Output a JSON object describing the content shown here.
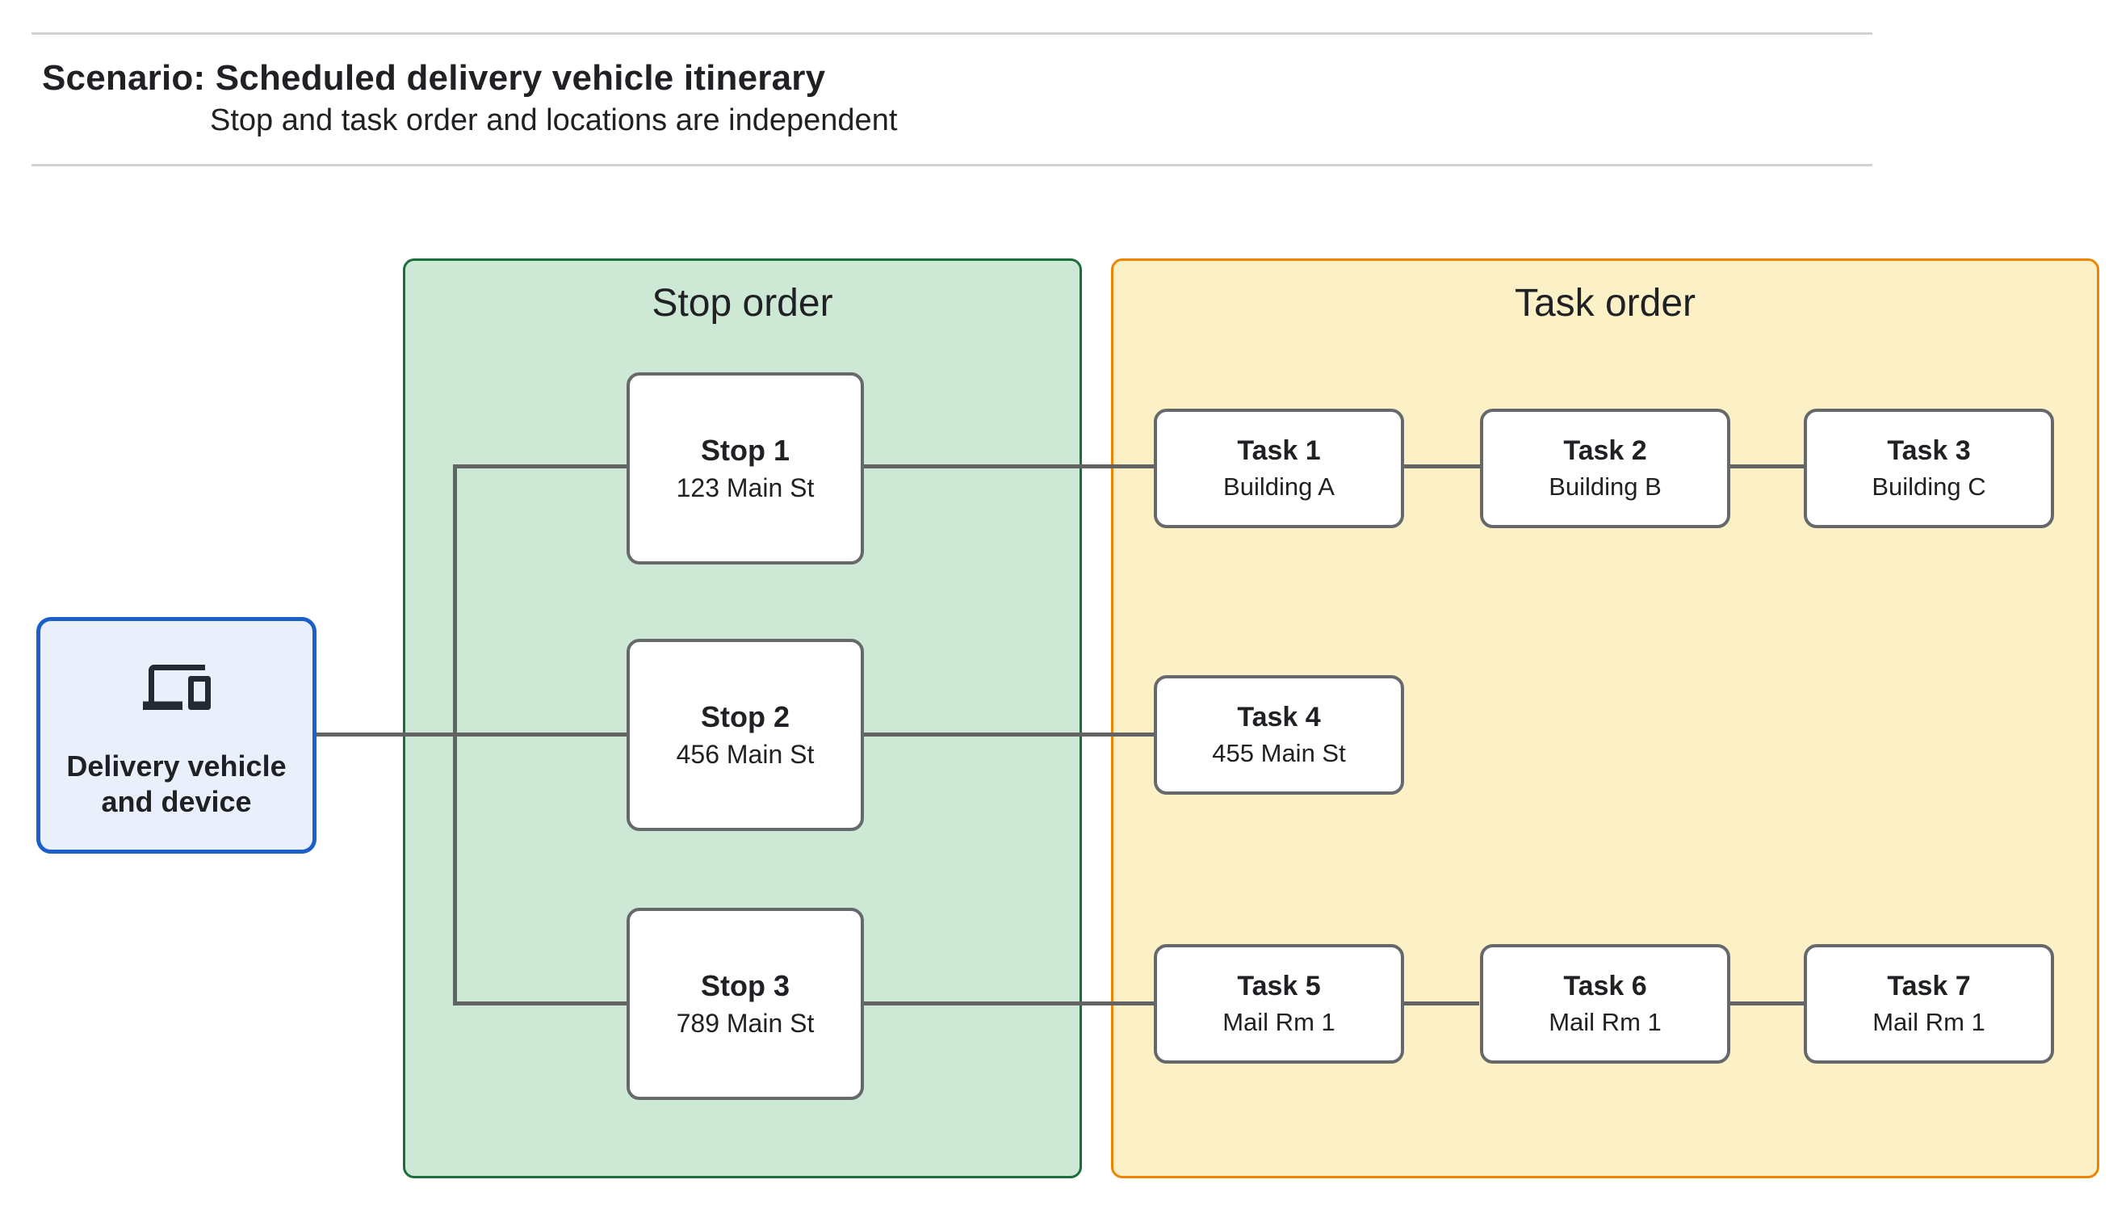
{
  "header": {
    "title": "Scenario: Scheduled delivery vehicle itinerary",
    "subtitle": "Stop and task order and locations are independent"
  },
  "vehicle": {
    "icon": "devices-icon",
    "label_line1": "Delivery vehicle",
    "label_line2": "and device"
  },
  "panels": {
    "stop": {
      "title": "Stop order",
      "fill": "#cee8d6",
      "border": "#1a6e3c"
    },
    "task": {
      "title": "Task order",
      "fill": "#fbf0c6",
      "border": "#ee8400"
    }
  },
  "stops": [
    {
      "title": "Stop 1",
      "subtitle": "123 Main St"
    },
    {
      "title": "Stop 2",
      "subtitle": "456 Main St"
    },
    {
      "title": "Stop 3",
      "subtitle": "789 Main St"
    }
  ],
  "tasks": [
    {
      "title": "Task 1",
      "subtitle": "Building A"
    },
    {
      "title": "Task 2",
      "subtitle": "Building B"
    },
    {
      "title": "Task 3",
      "subtitle": "Building C"
    },
    {
      "title": "Task 4",
      "subtitle": "455 Main St"
    },
    {
      "title": "Task 5",
      "subtitle": "Mail Rm 1"
    },
    {
      "title": "Task 6",
      "subtitle": "Mail Rm 1"
    },
    {
      "title": "Task 7",
      "subtitle": "Mail Rm 1"
    }
  ],
  "colors": {
    "vehicle_fill": "#e9effb",
    "vehicle_border": "#1b5fc9",
    "stop_panel_fill": "#cee8d6",
    "stop_panel_border": "#1a6e3c",
    "task_panel_fill": "#fbf0c6",
    "task_panel_border": "#ee8400",
    "node_border": "#66696c",
    "connector": "#636363",
    "text": "#202124",
    "rule": "#d1d1d1"
  }
}
